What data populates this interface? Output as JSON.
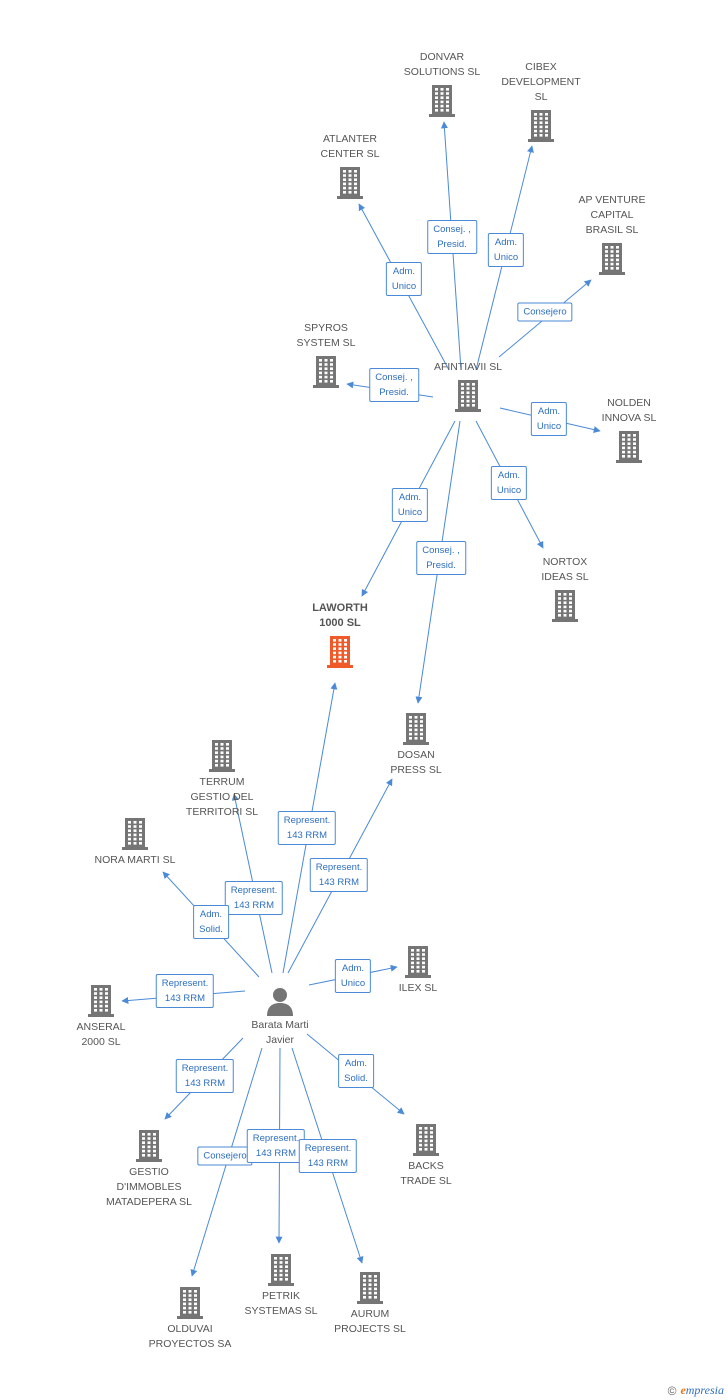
{
  "colors": {
    "edge": "#4a8ad6",
    "building": "#757575",
    "focus": "#f05a28",
    "label_text": "#2e6fbf"
  },
  "nodes": [
    {
      "id": "donvar",
      "label": "DONVAR\nSOLUTIONS SL",
      "icon": "building-icon"
    },
    {
      "id": "cibex",
      "label": "CIBEX\nDEVELOPMENT\nSL",
      "icon": "building-icon"
    },
    {
      "id": "atlanter",
      "label": "ATLANTER\nCENTER  SL",
      "icon": "building-icon"
    },
    {
      "id": "apventure",
      "label": "AP VENTURE\nCAPITAL\nBRASIL SL",
      "icon": "building-icon"
    },
    {
      "id": "spyros",
      "label": "SPYROS\nSYSTEM SL",
      "icon": "building-icon"
    },
    {
      "id": "afintiavii",
      "label": "AFINTIAVII SL",
      "icon": "building-icon"
    },
    {
      "id": "nolden",
      "label": "NOLDEN\nINNOVA  SL",
      "icon": "building-icon"
    },
    {
      "id": "nortox",
      "label": "NORTOX\nIDEAS  SL",
      "icon": "building-icon"
    },
    {
      "id": "laworth",
      "label": "LAWORTH\n1000 SL",
      "icon": "building-icon",
      "focus": true
    },
    {
      "id": "dosan",
      "label": "DOSAN\nPRESS SL",
      "icon": "building-icon"
    },
    {
      "id": "terrum",
      "label": "TERRUM\nGESTIO DEL\nTERRITORI SL",
      "icon": "building-icon"
    },
    {
      "id": "noramarti",
      "label": "NORA MARTI SL",
      "icon": "building-icon"
    },
    {
      "id": "ilex",
      "label": "ILEX SL",
      "icon": "building-icon"
    },
    {
      "id": "anseral",
      "label": "ANSERAL\n2000  SL",
      "icon": "building-icon"
    },
    {
      "id": "barata",
      "label": "Barata Marti\nJavier",
      "icon": "person-icon"
    },
    {
      "id": "gestio",
      "label": "GESTIO\nD'IMMOBLES\nMATADEPERA SL",
      "icon": "building-icon"
    },
    {
      "id": "backs",
      "label": "BACKS\nTRADE SL",
      "icon": "building-icon"
    },
    {
      "id": "petrik",
      "label": "PETRIK\nSYSTEMAS SL",
      "icon": "building-icon"
    },
    {
      "id": "aurum",
      "label": "AURUM\nPROJECTS SL",
      "icon": "building-icon"
    },
    {
      "id": "olduvai",
      "label": "OLDUVAI\nPROYECTOS SA",
      "icon": "building-icon"
    }
  ],
  "edges": [
    {
      "from": "afintiavii",
      "to": "donvar",
      "label": "Consej. ,\nPresid."
    },
    {
      "from": "afintiavii",
      "to": "cibex",
      "label": "Adm.\nUnico"
    },
    {
      "from": "afintiavii",
      "to": "atlanter",
      "label": "Adm.\nUnico"
    },
    {
      "from": "afintiavii",
      "to": "apventure",
      "label": "Consejero"
    },
    {
      "from": "afintiavii",
      "to": "spyros",
      "label": "Consej. ,\nPresid."
    },
    {
      "from": "afintiavii",
      "to": "nolden",
      "label": "Adm.\nUnico"
    },
    {
      "from": "afintiavii",
      "to": "nortox",
      "label": "Adm.\nUnico"
    },
    {
      "from": "afintiavii",
      "to": "laworth",
      "label": "Adm.\nUnico"
    },
    {
      "from": "afintiavii",
      "to": "dosan",
      "label": "Consej. ,\nPresid."
    },
    {
      "from": "barata",
      "to": "laworth",
      "label": "Represent.\n143 RRM"
    },
    {
      "from": "barata",
      "to": "dosan",
      "label": "Represent.\n143 RRM"
    },
    {
      "from": "barata",
      "to": "terrum",
      "label": "Represent.\n143 RRM"
    },
    {
      "from": "barata",
      "to": "noramarti",
      "label": "Adm.\nSolid."
    },
    {
      "from": "barata",
      "to": "ilex",
      "label": "Adm.\nUnico"
    },
    {
      "from": "barata",
      "to": "anseral",
      "label": "Represent.\n143 RRM"
    },
    {
      "from": "barata",
      "to": "gestio",
      "label": "Represent.\n143 RRM"
    },
    {
      "from": "barata",
      "to": "backs",
      "label": "Adm.\nSolid."
    },
    {
      "from": "barata",
      "to": "olduvai",
      "label": "Consejero"
    },
    {
      "from": "barata",
      "to": "petrik",
      "label": "Represent.\n143 RRM"
    },
    {
      "from": "barata",
      "to": "aurum",
      "label": "Represent.\n143 RRM"
    }
  ],
  "footer": {
    "copyright": "©",
    "brand_initial": "e",
    "brand_rest": "mpresia"
  }
}
